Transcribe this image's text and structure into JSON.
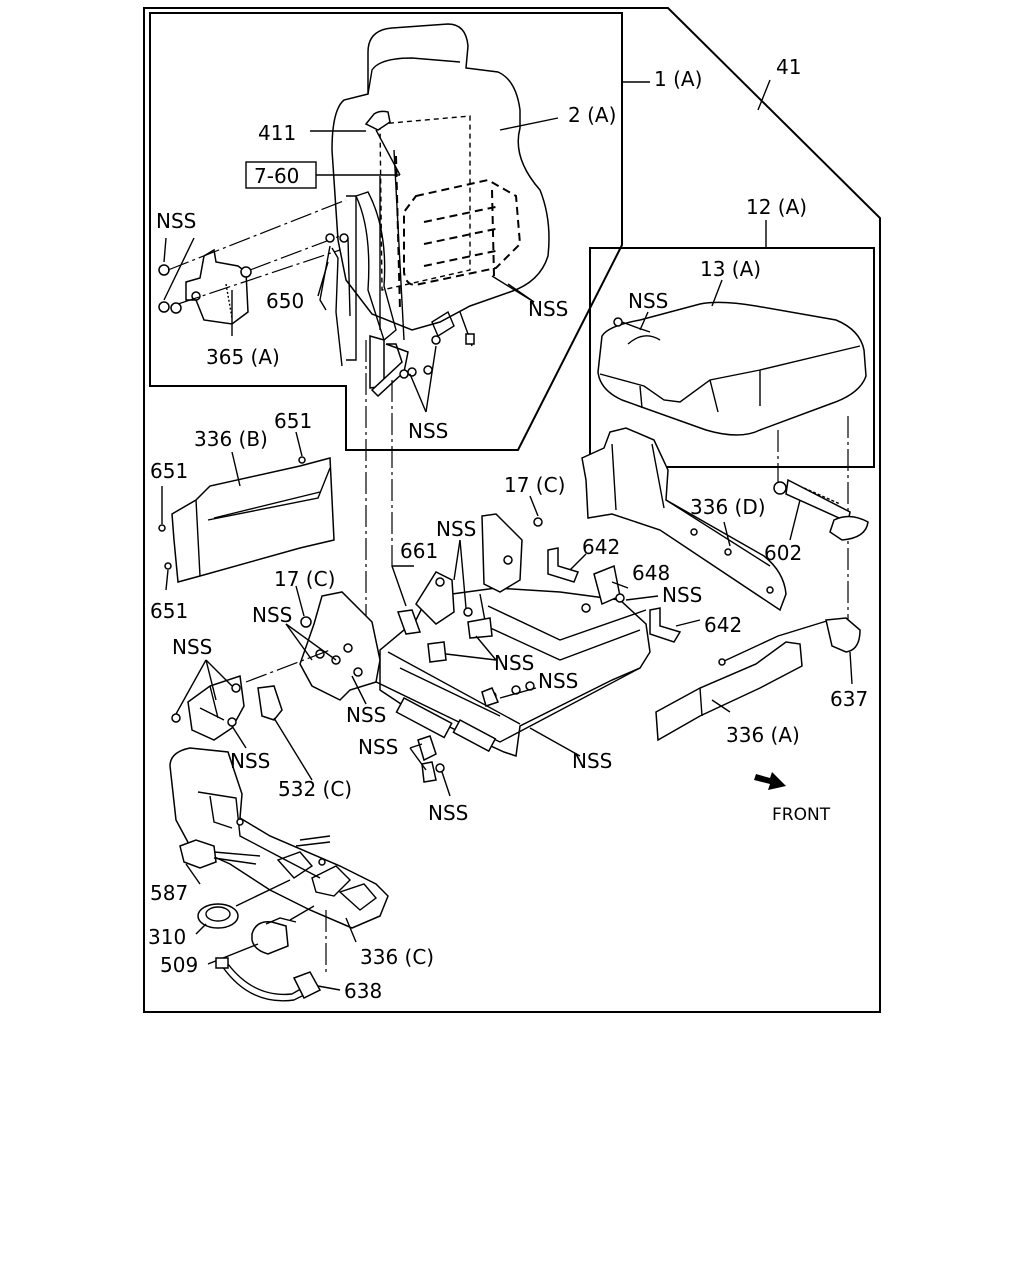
{
  "labels": {
    "l41": "41",
    "l1a": "1 (A)",
    "l2a": "2 (A)",
    "l411": "411",
    "l760": "7-60",
    "nss_backframe": "NSS",
    "nss_bracket": "NSS",
    "l650": "650",
    "l365a": "365 (A)",
    "nss_back_bottom": "NSS",
    "l12a": "12 (A)",
    "l13a": "13 (A)",
    "nss_cushion": "NSS",
    "l336b": "336 (B)",
    "l651a": "651",
    "l651b": "651",
    "l651c": "651",
    "l17c_a": "17 (C)",
    "l17c_b": "17 (C)",
    "l336d": "336 (D)",
    "l602": "602",
    "nss_661": "NSS",
    "l661": "661",
    "l642a": "642",
    "l648": "648",
    "nss_648": "NSS",
    "l642b": "642",
    "nss_left": "NSS",
    "nss_mid1": "NSS",
    "nss_mid2": "NSS",
    "nss_mid3": "NSS",
    "nss_leftgroup": "NSS",
    "nss_motor": "NSS",
    "nss_rail1": "NSS",
    "nss_rail2": "NSS",
    "nss_frame": "NSS",
    "l637": "637",
    "l336a": "336 (A)",
    "l532c": "532 (C)",
    "front": "FRONT",
    "l587": "587",
    "l310": "310",
    "l509": "509",
    "l336c": "336 (C)",
    "l638": "638"
  }
}
